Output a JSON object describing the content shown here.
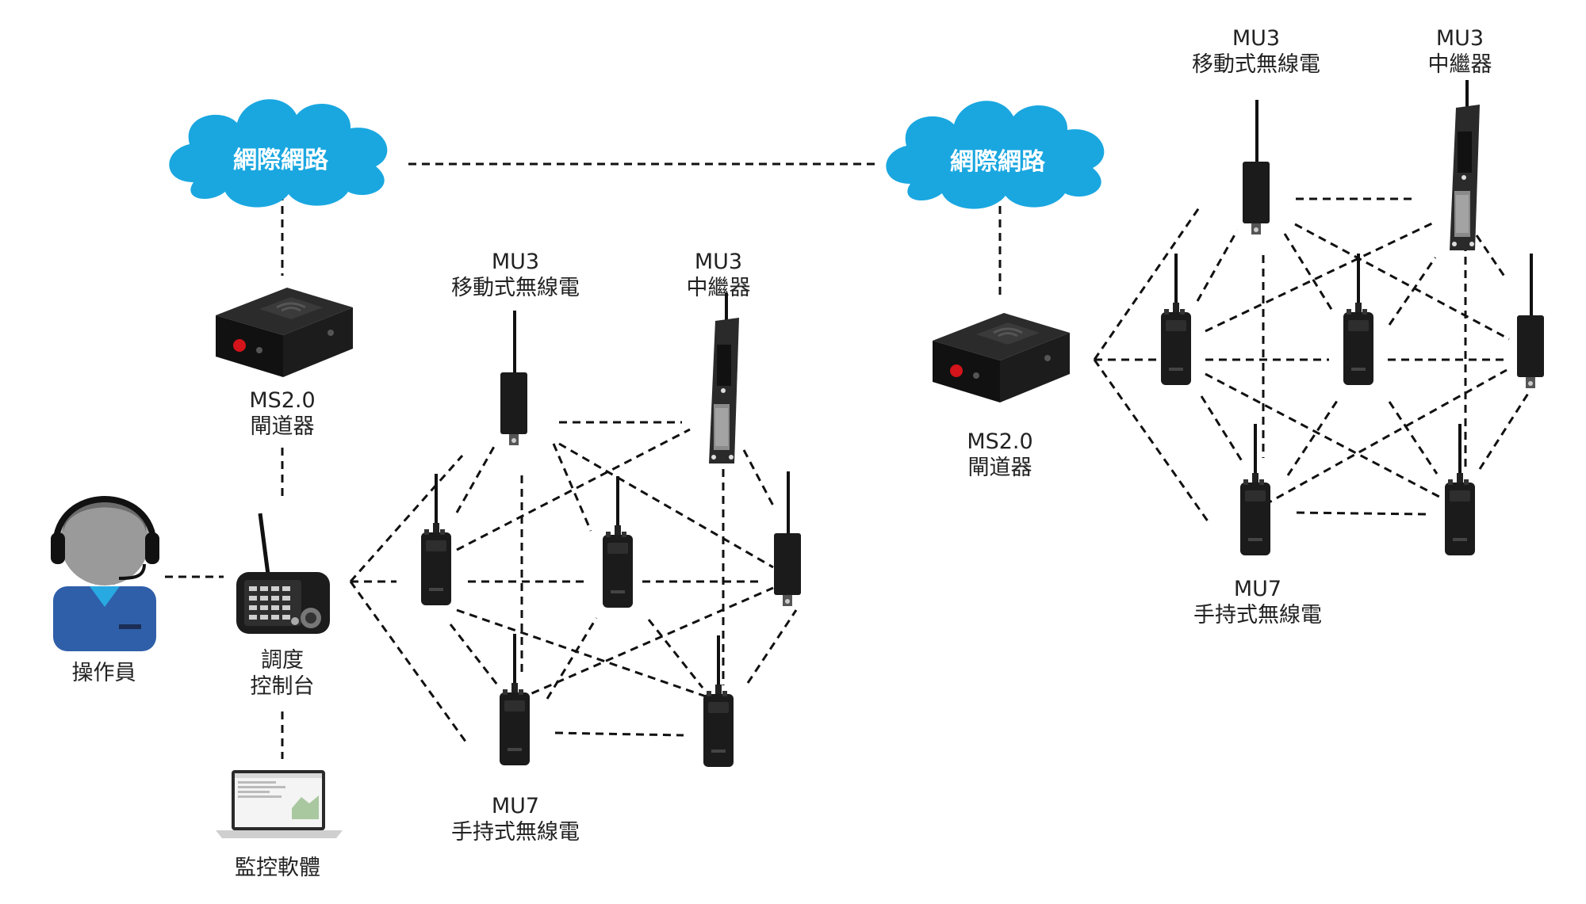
{
  "colors": {
    "cloud": "#1aa7e0",
    "headset_body": "#2f5fa9",
    "operator_face": "#7a7a7a",
    "device": "#1b1b1b",
    "connector": "#111111"
  },
  "labels": {
    "internet_left": "網際網路",
    "internet_right": "網際網路",
    "gateway_left_model": "MS2.0",
    "gateway_left_name": "閘道器",
    "gateway_right_model": "MS2.0",
    "gateway_right_name": "閘道器",
    "operator": "操作員",
    "console_line1": "調度",
    "console_line2": "控制台",
    "monitor": "監控軟體",
    "mu3_mobile_model_left": "MU3",
    "mu3_mobile_name_left": "移動式無線電",
    "mu3_repeater_model_left": "MU3",
    "mu3_repeater_name_left": "中繼器",
    "mu7_model_left": "MU7",
    "mu7_name_left": "手持式無線電",
    "mu3_mobile_model_right": "MU3",
    "mu3_mobile_name_right": "移動式無線電",
    "mu3_repeater_model_right": "MU3",
    "mu3_repeater_name_right": "中繼器",
    "mu7_model_right": "MU7",
    "mu7_name_right": "手持式無線電"
  },
  "icons": {
    "cloud": "cloud-icon",
    "gateway": "gateway-box-icon",
    "operator": "operator-headset-icon",
    "console": "dispatch-console-icon",
    "laptop": "laptop-icon",
    "handheld": "handheld-radio-icon",
    "mobile": "mobile-radio-icon",
    "repeater": "repeater-icon"
  }
}
